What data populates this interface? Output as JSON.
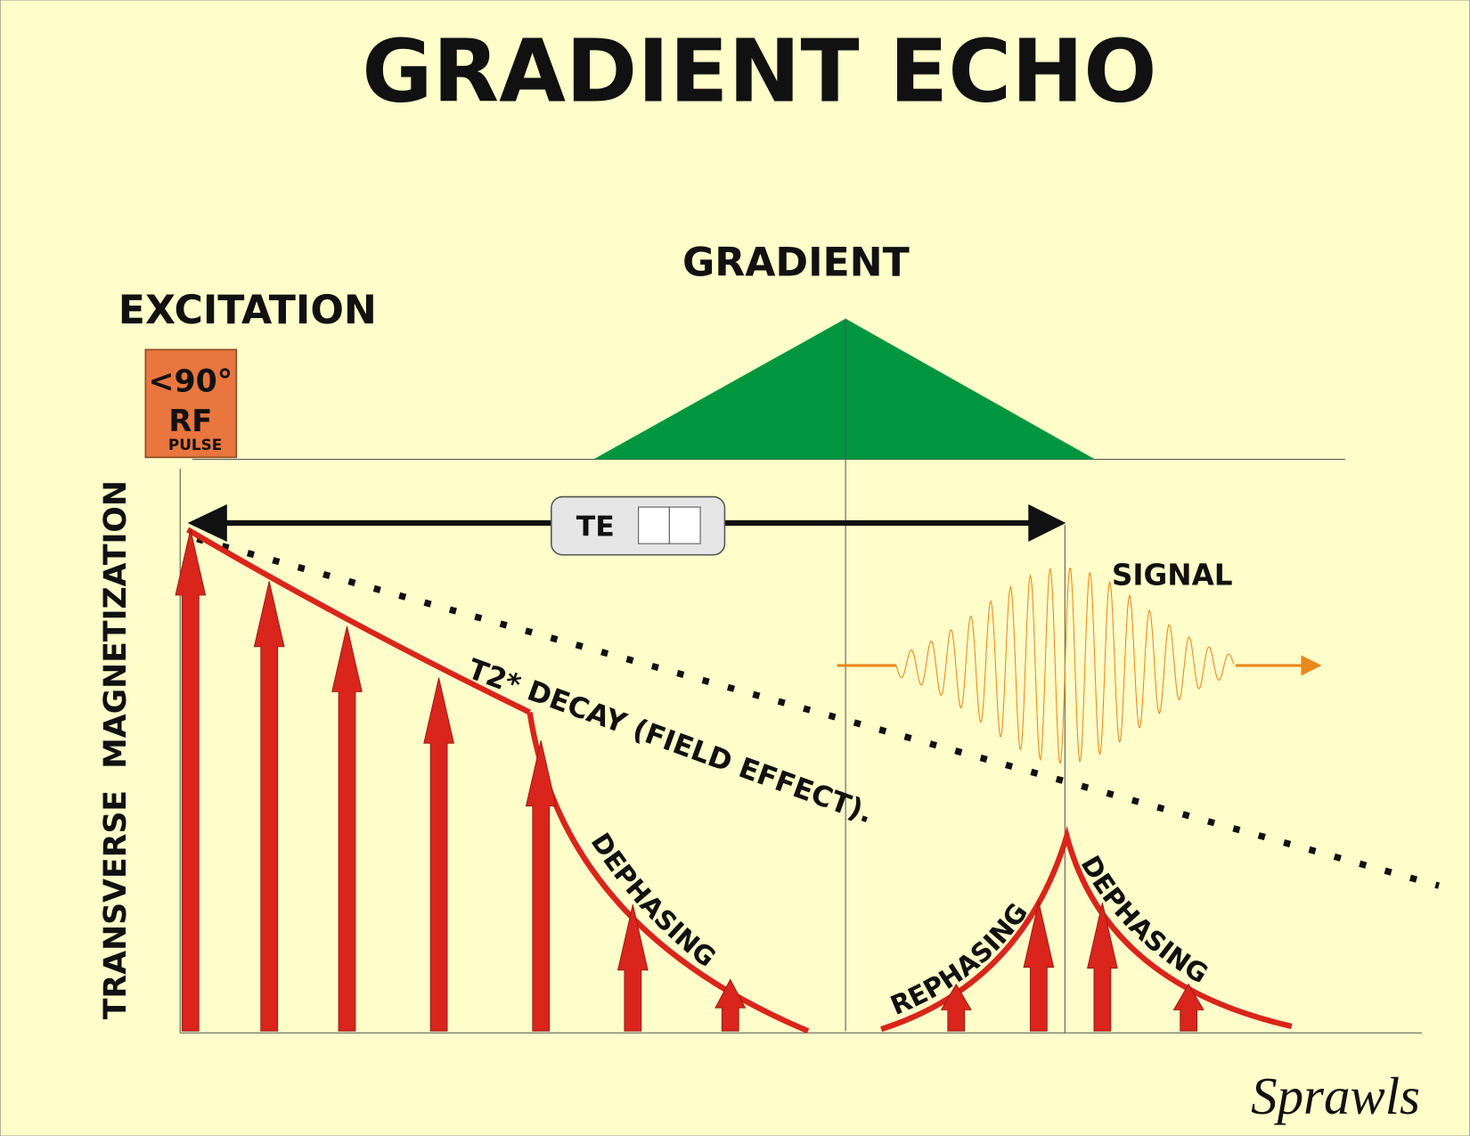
{
  "title": "GRADIENT ECHO",
  "labels": {
    "gradient": "GRADIENT",
    "excitation": "EXCITATION",
    "signal": "SIGNAL",
    "y_axis": "TRANSVERSE  MAGNETIZATION",
    "decay": "T2* DECAY (FIELD EFFECT).",
    "dephasing_1": "DEPHASING",
    "rephasing": "REPHASING",
    "dephasing_2": "DEPHASING",
    "signature": "Sprawls"
  },
  "rf_pulse": {
    "angle": "<90°",
    "label": "RF",
    "sub": "PULSE"
  },
  "te": {
    "label": "TE"
  },
  "colors": {
    "background": "#fffdc9",
    "rf_box": "#e8763e",
    "gradient": "#009640",
    "magnetization": "#d9251c",
    "signal": "#e8891e"
  }
}
